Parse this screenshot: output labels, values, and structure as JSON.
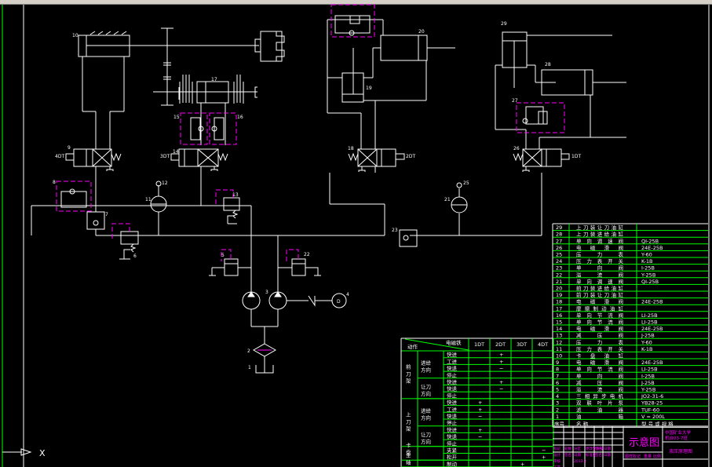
{
  "diagram": {
    "type": "hydraulic-schematic",
    "component_labels": {
      "c1": "1",
      "c2": "2",
      "c3": "3",
      "c4": "4",
      "c5": "5",
      "c6": "6",
      "c7": "7",
      "c8": "8",
      "c9": "9",
      "c10": "10",
      "c11": "11",
      "c12": "12",
      "c13": "13",
      "c14": "14",
      "c15": "15",
      "c16": "16",
      "c17": "17",
      "c18": "18",
      "c19": "19",
      "c20": "20",
      "c21": "21",
      "c22": "22",
      "c23": "23",
      "c25": "25",
      "c26": "26",
      "c27": "27",
      "c28": "28",
      "c29": "29"
    },
    "solenoids": {
      "s1": "1DT",
      "s2": "2DT",
      "s3": "3DT",
      "s4": "4DT"
    },
    "motor_label": "D",
    "ucs_label": "X"
  },
  "parts_list": {
    "header": {
      "no": "序号",
      "name": "名    称",
      "model": "型  号  或  规  格"
    },
    "rows": [
      {
        "no": "29",
        "name": "上刀装让刀油缸",
        "model": ""
      },
      {
        "no": "28",
        "name": "上刀装进给油缸",
        "model": ""
      },
      {
        "no": "27",
        "name": "单向调速阀",
        "model": "QI-25B"
      },
      {
        "no": "26",
        "name": "电磁滑阀",
        "model": "24E-25B"
      },
      {
        "no": "25",
        "name": "压力表",
        "model": "Y-60"
      },
      {
        "no": "24",
        "name": "压力表开关",
        "model": "K-1B"
      },
      {
        "no": "23",
        "name": "单向阀",
        "model": "I-25B"
      },
      {
        "no": "22",
        "name": "溢流阀",
        "model": "Y-25B"
      },
      {
        "no": "21",
        "name": "单向调速阀",
        "model": "QI-25B"
      },
      {
        "no": "20",
        "name": "前刀装进给油缸",
        "model": ""
      },
      {
        "no": "19",
        "name": "前刀装让刀油缸",
        "model": ""
      },
      {
        "no": "18",
        "name": "电磁滑阀",
        "model": "24E-25B"
      },
      {
        "no": "17",
        "name": "摩擦制动油缸",
        "model": ""
      },
      {
        "no": "16",
        "name": "单向节流阀",
        "model": "LI-25B"
      },
      {
        "no": "15",
        "name": "单向节流阀",
        "model": "LI-25B"
      },
      {
        "no": "14",
        "name": "电磁滑阀",
        "model": "24E-25B"
      },
      {
        "no": "13",
        "name": "减压阀",
        "model": "J-25B"
      },
      {
        "no": "12",
        "name": "压力表",
        "model": "Y-60"
      },
      {
        "no": "11",
        "name": "压力表开关",
        "model": "K-1B"
      },
      {
        "no": "10",
        "name": "卡盘油缸",
        "model": ""
      },
      {
        "no": "9",
        "name": "电磁滑阀",
        "model": "24E-25B"
      },
      {
        "no": "8",
        "name": "单向节流阀",
        "model": "LI-25B"
      },
      {
        "no": "7",
        "name": "单向阀",
        "model": "I-25B"
      },
      {
        "no": "6",
        "name": "减压阀",
        "model": "J-25B"
      },
      {
        "no": "5",
        "name": "溢流阀",
        "model": "Y-25B"
      },
      {
        "no": "4",
        "name": "三相异步电机",
        "model": "JO2-31-6"
      },
      {
        "no": "3",
        "name": "双联叶片泵",
        "model": "YB28-25"
      },
      {
        "no": "2",
        "name": "滤油器",
        "model": "TUF-60"
      },
      {
        "no": "1",
        "name": "油箱",
        "model": "V = 200L"
      }
    ]
  },
  "action_table": {
    "header": {
      "action": "动作",
      "solenoid": "电磁铁",
      "cols": [
        "1DT",
        "2DT",
        "3DT",
        "4DT"
      ]
    },
    "groups": [
      {
        "label": "前刀架",
        "sub": [
          {
            "label": "进给方向",
            "rows": [
              {
                "op": "快进",
                "vals": [
                  "",
                  "+",
                  "",
                  ""
                ]
              },
              {
                "op": "工进",
                "vals": [
                  "",
                  "+",
                  "",
                  ""
                ]
              },
              {
                "op": "快退",
                "vals": [
                  "",
                  "−",
                  "",
                  ""
                ]
              },
              {
                "op": "停止",
                "vals": [
                  "",
                  "",
                  "",
                  ""
                ]
              }
            ]
          },
          {
            "label": "让刀方向",
            "rows": [
              {
                "op": "快进",
                "vals": [
                  "",
                  "+",
                  "",
                  ""
                ]
              },
              {
                "op": "快退",
                "vals": [
                  "",
                  "−",
                  "",
                  ""
                ]
              },
              {
                "op": "停止",
                "vals": [
                  "",
                  "",
                  "",
                  ""
                ]
              }
            ]
          }
        ]
      },
      {
        "label": "上刀架",
        "sub": [
          {
            "label": "进给方向",
            "rows": [
              {
                "op": "快进",
                "vals": [
                  "+",
                  "",
                  "",
                  ""
                ]
              },
              {
                "op": "工进",
                "vals": [
                  "+",
                  "",
                  "",
                  ""
                ]
              },
              {
                "op": "快退",
                "vals": [
                  "−",
                  "",
                  "",
                  ""
                ]
              },
              {
                "op": "停止",
                "vals": [
                  "",
                  "",
                  "",
                  ""
                ]
              }
            ]
          },
          {
            "label": "让刀方向",
            "rows": [
              {
                "op": "快进",
                "vals": [
                  "+",
                  "",
                  "",
                  ""
                ]
              },
              {
                "op": "快退",
                "vals": [
                  "−",
                  "",
                  "",
                  ""
                ]
              },
              {
                "op": "停止",
                "vals": [
                  "",
                  "",
                  "",
                  ""
                ]
              }
            ]
          }
        ]
      },
      {
        "label": "卡盘",
        "sub": [
          {
            "label": "",
            "rows": [
              {
                "op": "夹紧",
                "vals": [
                  "",
                  "",
                  "",
                  "−"
                ]
              },
              {
                "op": "松开",
                "vals": [
                  "",
                  "",
                  "",
                  "+"
                ]
              }
            ]
          }
        ]
      },
      {
        "label": "主轴",
        "sub": [
          {
            "label": "",
            "rows": [
              {
                "op": "制动",
                "vals": [
                  "",
                  "",
                  "+",
                  ""
                ]
              }
            ]
          }
        ]
      }
    ]
  },
  "title_block": {
    "title": "示意图",
    "school": "中国矿业大学",
    "class": "机自03-7班",
    "drawing_name": "液压原理图",
    "fields": [
      "图样标记",
      "重量",
      "比例"
    ],
    "sign_rows": [
      [
        "标记",
        "处数",
        "分区",
        "更改文件号",
        "签名",
        "日期"
      ],
      [
        "设计",
        "签名",
        "日期",
        "标准化",
        "签名",
        "日期"
      ],
      [
        "审核",
        "",
        "2013.3",
        "",
        "",
        ""
      ],
      [
        "工艺",
        "",
        "",
        "",
        "",
        ""
      ]
    ]
  },
  "colors": {
    "line": "#ffffff",
    "table": "#00ff00",
    "accent": "#ff00ff",
    "bg": "#000000"
  }
}
